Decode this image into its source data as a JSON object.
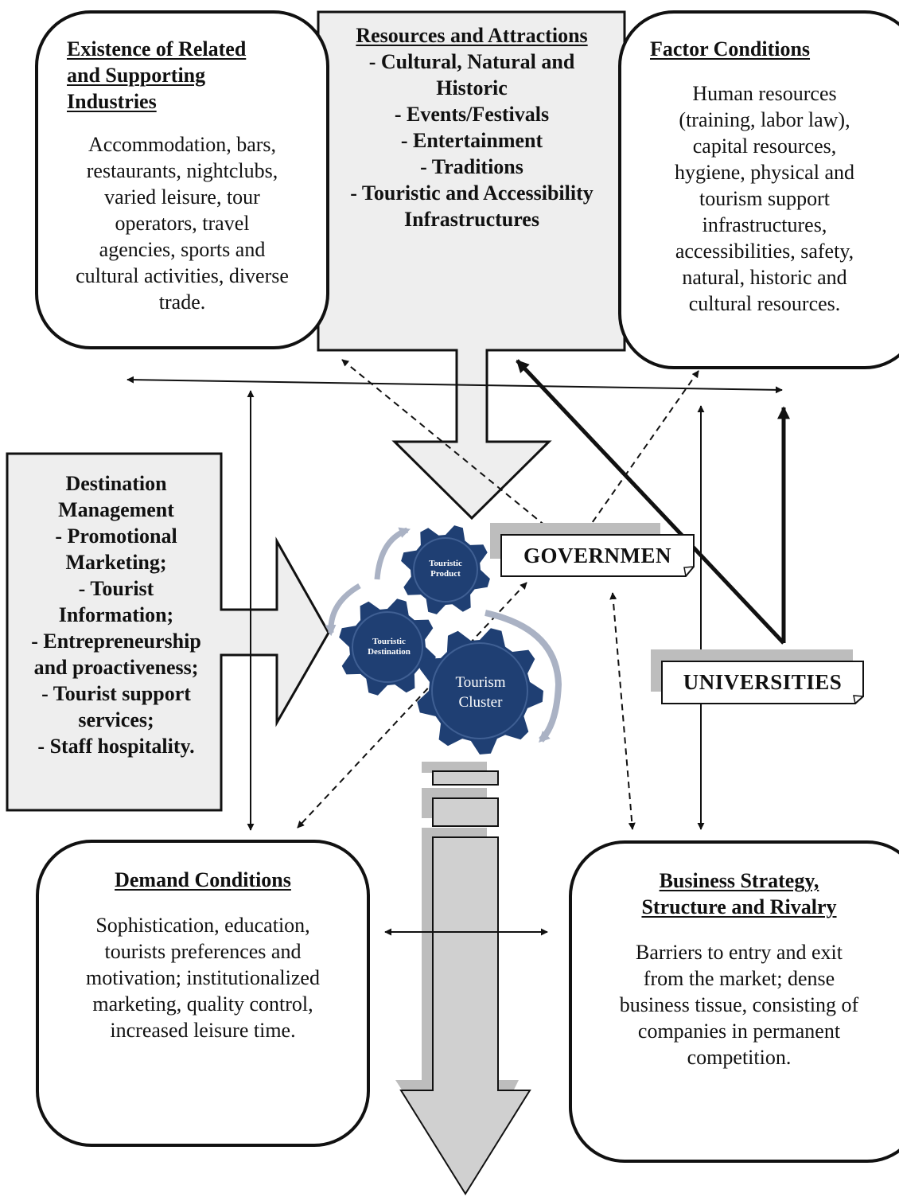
{
  "related_industries": {
    "title_lines": [
      "Existence of Related",
      "and Supporting",
      "Industries"
    ],
    "body_lines": [
      "Accommodation, bars,",
      "restaurants, nightclubs,",
      "varied leisure, tour",
      "operators, travel",
      "agencies, sports and",
      "cultural activities, diverse",
      "trade."
    ]
  },
  "resources": {
    "lines": [
      "Resources and Attractions",
      "- Cultural, Natural and",
      "Historic",
      "- Events/Festivals",
      "- Entertainment",
      "- Traditions",
      "- Touristic and Accessibility",
      "Infrastructures"
    ]
  },
  "factor_conditions": {
    "title": "Factor Conditions",
    "body_lines": [
      "Human resources",
      "(training, labor law),",
      "capital resources,",
      "hygiene, physical and",
      "tourism support",
      "infrastructures,",
      "accessibilities, safety,",
      "natural, historic and",
      "cultural resources."
    ]
  },
  "destination_management": {
    "lines": [
      "Destination",
      "Management",
      "- Promotional",
      "Marketing;",
      "- Tourist",
      "Information;",
      "- Entrepreneurship",
      "and proactiveness;",
      "- Tourist support",
      "services;",
      "- Staff hospitality."
    ]
  },
  "government": {
    "label": "GOVERNMEN"
  },
  "universities": {
    "label": "UNIVERSITIES"
  },
  "gears": {
    "product": [
      "Touristic",
      "Product"
    ],
    "destination": [
      "Touristic",
      "Destination"
    ],
    "cluster": [
      "Tourism",
      "Cluster"
    ],
    "color": "#1f3f73"
  },
  "demand_conditions": {
    "title": "Demand Conditions",
    "body_lines": [
      "Sophistication, education,",
      "tourists preferences and",
      "motivation; institutionalized",
      "marketing, quality control,",
      "increased leisure time."
    ]
  },
  "business_strategy": {
    "title_lines": [
      "Business Strategy,",
      "Structure and Rivalry"
    ],
    "body_lines": [
      "Barriers to entry and exit",
      "from the market; dense",
      "business tissue, consisting of",
      "companies in permanent",
      "competition."
    ]
  },
  "colors": {
    "panel_fill": "#eeeeee",
    "shadow": "#bdbdbd",
    "arc": "#aab2c4"
  }
}
